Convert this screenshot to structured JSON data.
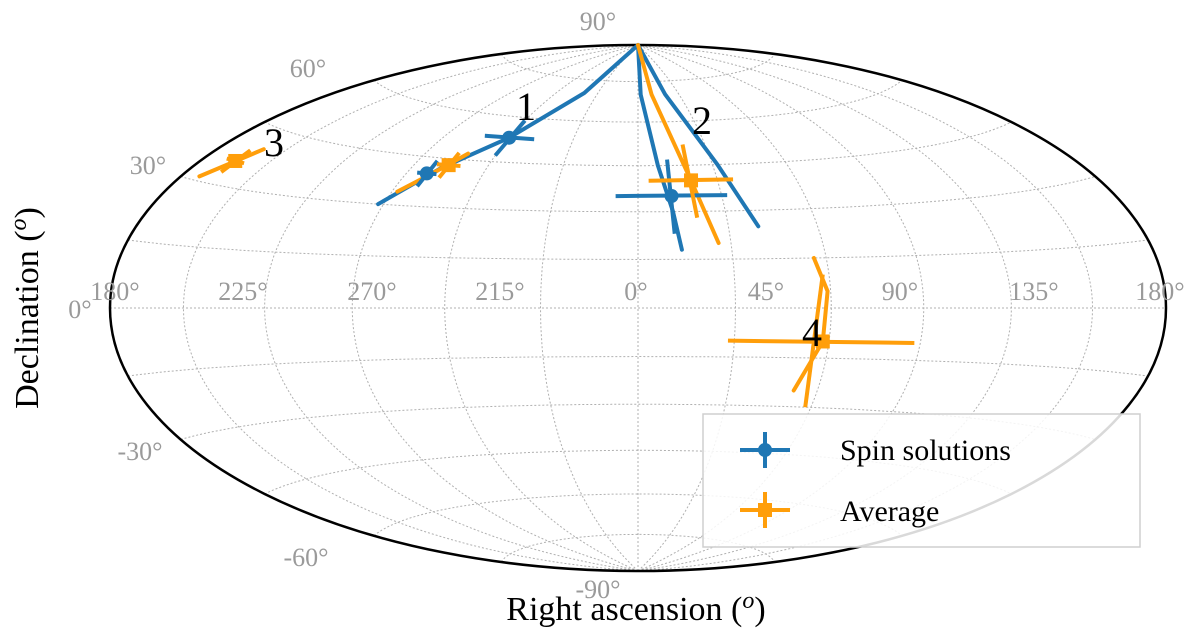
{
  "chart_data": {
    "type": "scatter",
    "projection": "aitoff-hammer (all-sky)",
    "xlabel": "Right ascension (",
    "xlabel_sup": "o",
    "xlabel_close": ")",
    "ylabel": "Declination (",
    "ylabel_sup": "o",
    "ylabel_close": ")",
    "x_tick_labels": [
      "180°",
      "225°",
      "270°",
      "215°",
      "0°",
      "45°",
      "90°",
      "135°",
      "180°"
    ],
    "y_tick_labels": [
      "90°",
      "60°",
      "30°",
      "0°",
      "-30°",
      "-60°",
      "-90°"
    ],
    "grid": true,
    "legend": {
      "placement": "lower-right",
      "entries": [
        {
          "label": "Spin solutions",
          "color": "#1f77b4",
          "marker": "circle"
        },
        {
          "label": "Average",
          "color": "#ff9e0a",
          "marker": "square"
        }
      ]
    },
    "annotations": [
      "1",
      "2",
      "3",
      "4"
    ],
    "series": [
      {
        "name": "Spin solutions",
        "color": "#1f77b4",
        "points": [
          {
            "lon": -60,
            "lat": 53,
            "lon_err": 12,
            "lat_err": 6
          },
          {
            "lon": -82,
            "lat": 40,
            "lon_err": 4,
            "lat_err": 4
          },
          {
            "lon": 12,
            "lat": 35,
            "lon_err": 20,
            "lat_err": 12
          }
        ]
      },
      {
        "name": "Average",
        "color": "#ff9e0a",
        "points": [
          {
            "lon": -76,
            "lat": 43,
            "lon_err": 5,
            "lat_err": 4
          },
          {
            "lon": 20,
            "lat": 40,
            "lon_err": 16,
            "lat_err": 12
          },
          {
            "lon": -165,
            "lat": 36,
            "lon_err": 5,
            "lat_err": 3
          },
          {
            "lon": 58,
            "lat": -10,
            "lon_err": 30,
            "lat_err": 20
          }
        ]
      }
    ]
  }
}
